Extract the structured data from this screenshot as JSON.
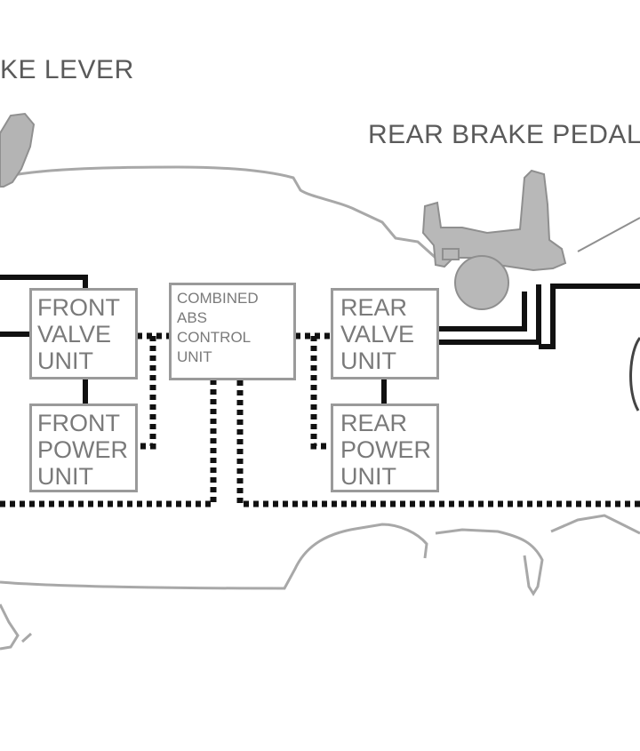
{
  "labels": {
    "brake_lever": "KE LEVER",
    "rear_brake_pedal": "REAR BRAKE PEDAL"
  },
  "units": {
    "front_valve": [
      "FRONT",
      "VALVE",
      "UNIT"
    ],
    "front_power": [
      "FRONT",
      "POWER",
      "UNIT"
    ],
    "combined_abs": [
      "COMBINED",
      "ABS",
      "CONTROL",
      "UNIT"
    ],
    "rear_valve": [
      "REAR",
      "VALVE",
      "UNIT"
    ],
    "rear_power": [
      "REAR",
      "POWER",
      "UNIT"
    ]
  },
  "colors": {
    "outline": "#a8a8a8",
    "component_fill": "#b4b4b4",
    "hydraulic_line": "#111111",
    "box_border": "#9a9a9a",
    "text": "#6a6a6a"
  }
}
